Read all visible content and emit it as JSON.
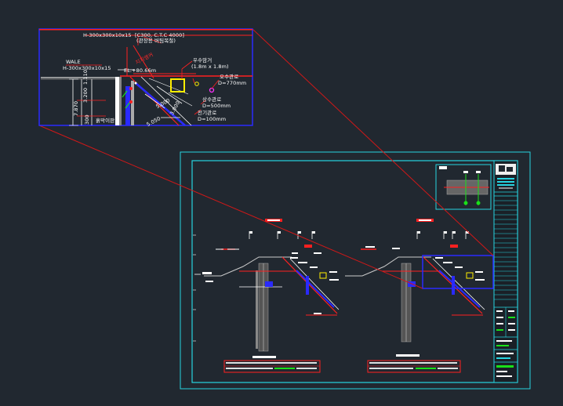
{
  "inset": {
    "beam_top": "H-300x300x10x15",
    "spec_line1": "[C300, C.T.C 4000]",
    "spec_line2": "(관장용 버팀목철)",
    "anchor_label": "지지앵커",
    "wale_title": "WALE",
    "wale_beam": "H-300x300x10x15",
    "elevation": "EL.+80.66m",
    "culvert_label": "우수암거",
    "culvert_size": "(1.8m x 1.8m)",
    "pipe1_name": "오수관로",
    "pipe1_dia": "D=770mm",
    "pipe2_name": "상수관로",
    "pipe2_dia": "D=500mm",
    "pipe3_name": "전기관로",
    "pipe3_dia": "D=100mm",
    "dim_total": "7.870",
    "dim_mid": "3.200",
    "dim_top": "1.110",
    "dim_bottom": "300",
    "dim_slope1": "5.000",
    "dim_slope2": "3.000",
    "dim_slope3": "5.050",
    "ground_label": "흙막이판"
  },
  "colors": {
    "background": "#212830",
    "cad_red": "#ff2020",
    "cad_blue": "#2a2aff",
    "cad_cyan": "#27d4e0",
    "cad_white": "#ffffff",
    "cad_green": "#19e019",
    "cad_yellow": "#ffee00",
    "cad_magenta": "#ff30ff"
  }
}
